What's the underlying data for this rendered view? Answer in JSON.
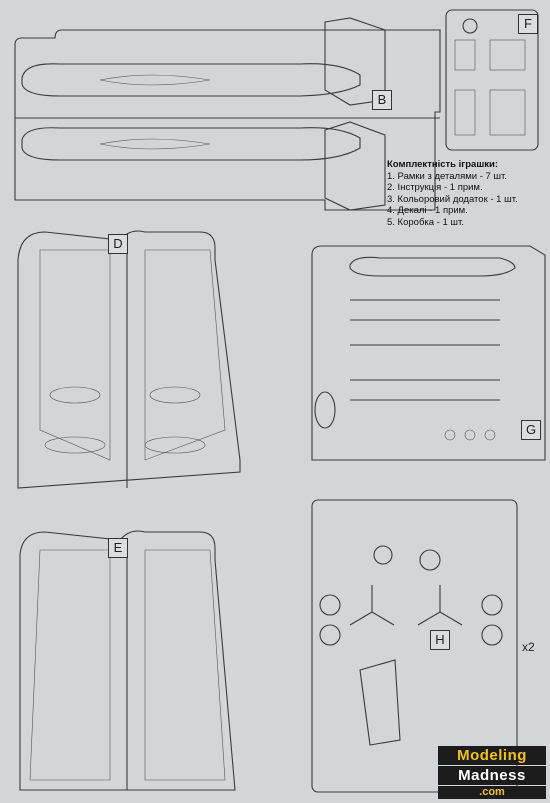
{
  "sprues": {
    "b": "B",
    "f": "F",
    "d": "D",
    "g": "G",
    "e": "E",
    "h": "H"
  },
  "contents": {
    "title": "Комплектність іграшки:",
    "items": [
      "1. Рамки з деталями - 7 шт.",
      "2. Інструкція - 1 прим.",
      "3. Кольоровий додаток - 1 шт.",
      "4. Декалі - 1 прим.",
      "5. Коробка - 1 шт."
    ]
  },
  "multiplier": "x2",
  "watermark": {
    "line1": "Modeling",
    "line2": "Madness",
    "line3": ".com"
  }
}
